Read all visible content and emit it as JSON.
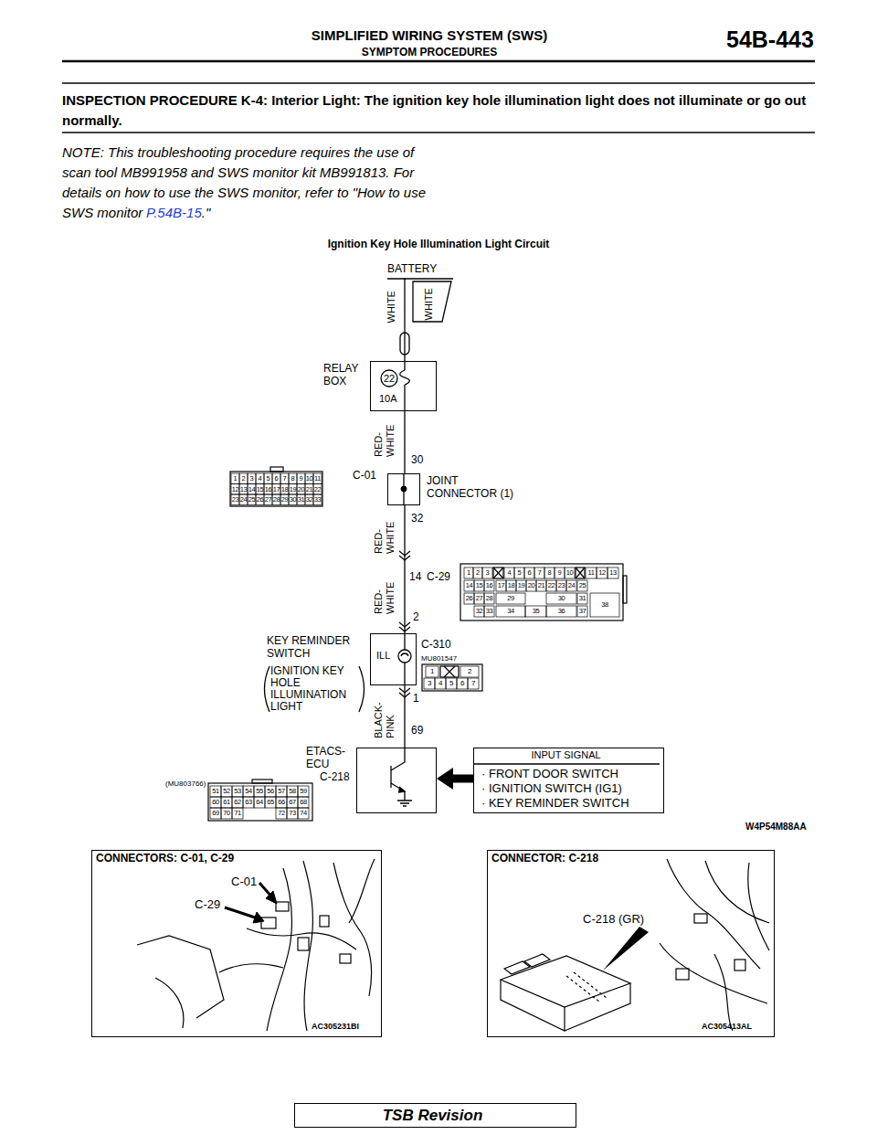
{
  "diagram": {
    "title": "Ignition Key Hole Illumination Light Circuit",
    "nodes": [
      {
        "text": [
          "BATTERY"
        ]
      },
      {
        "text": [
          "RELAY BOX",
          "22",
          "10A"
        ]
      },
      {
        "text": [
          "JOINT CONNECTOR (1)"
        ]
      },
      {
        "text": [
          "KEY REMINDER SWITCH",
          "IGNITION KEY HOLE ILLUMINATION LIGHT",
          "ILL"
        ]
      },
      {
        "text": [
          "ETACS-ECU"
        ]
      },
      {
        "text": [
          "INPUT SIGNAL",
          "· FRONT DOOR SWITCH",
          "· IGNITION SWITCH (IG1)",
          "· KEY REMINDER SWITCH"
        ]
      },
      {
        "text": [
          "CONNECTORS: C-01, C-29",
          "C-01",
          "C-29",
          "AC305231BI"
        ]
      },
      {
        "text": [
          "CONNECTOR: C-218",
          "C-218 (GR)",
          "AC305413AL"
        ]
      },
      {
        "text": [
          "TSB Revision"
        ]
      }
    ],
    "edges": [
      {
        "from": 0,
        "to": 1,
        "arrow": "none"
      },
      {
        "from": 1,
        "to": 2,
        "arrow": "none"
      },
      {
        "from": 2,
        "to": 3,
        "arrow": "none"
      },
      {
        "from": 3,
        "to": 4,
        "arrow": "none"
      },
      {
        "from": 5,
        "to": 4,
        "arrow": "to"
      }
    ],
    "labels": [
      "SIMPLIFIED WIRING SYSTEM (SWS)",
      "54B-443",
      "SYMPTOM PROCEDURES",
      "INSPECTION PROCEDURE K-4: Interior Light: The ignition key hole illumination light does not illuminate or go out normally.",
      "NOTE: This troubleshooting procedure requires the use of scan tool MB991958 and SWS monitor kit MB991813. For details on how to use the SWS monitor, refer to \"How to use SWS monitor",
      "P.54B-15",
      ".\"",
      "WHITE",
      "WHITE",
      "RED-WHITE",
      "30",
      "C-01",
      "1",
      "2",
      "3",
      "4",
      "5",
      "6",
      "7",
      "8",
      "9",
      "10",
      "11",
      "12",
      "13",
      "14",
      "15",
      "16",
      "17",
      "18",
      "19",
      "20",
      "21",
      "22",
      "23",
      "24",
      "25",
      "26",
      "27",
      "28",
      "29",
      "30",
      "31",
      "32",
      "33",
      "32",
      "RED-WHITE",
      "RED-WHITE",
      "14",
      "C-29",
      "1",
      "2",
      "3",
      "4",
      "5",
      "6",
      "7",
      "8",
      "9",
      "10",
      "11",
      "12",
      "13",
      "14",
      "15",
      "16",
      "17",
      "18",
      "19",
      "20",
      "21",
      "22",
      "23",
      "24",
      "25",
      "26",
      "27",
      "28",
      "29",
      "30",
      "31",
      "32",
      "33",
      "34",
      "35",
      "36",
      "37",
      "38",
      "2",
      "C-310",
      "MU801547",
      "1",
      "2",
      "3",
      "4",
      "5",
      "6",
      "7",
      "1",
      "BLACK-PINK",
      "69",
      "C-218",
      "(MU803766)",
      "51",
      "52",
      "53",
      "54",
      "55",
      "56",
      "57",
      "58",
      "59",
      "60",
      "61",
      "62",
      "63",
      "64",
      "65",
      "66",
      "67",
      "68",
      "69",
      "70",
      "71",
      "72",
      "73",
      "74",
      "W4P54M88AA"
    ]
  }
}
